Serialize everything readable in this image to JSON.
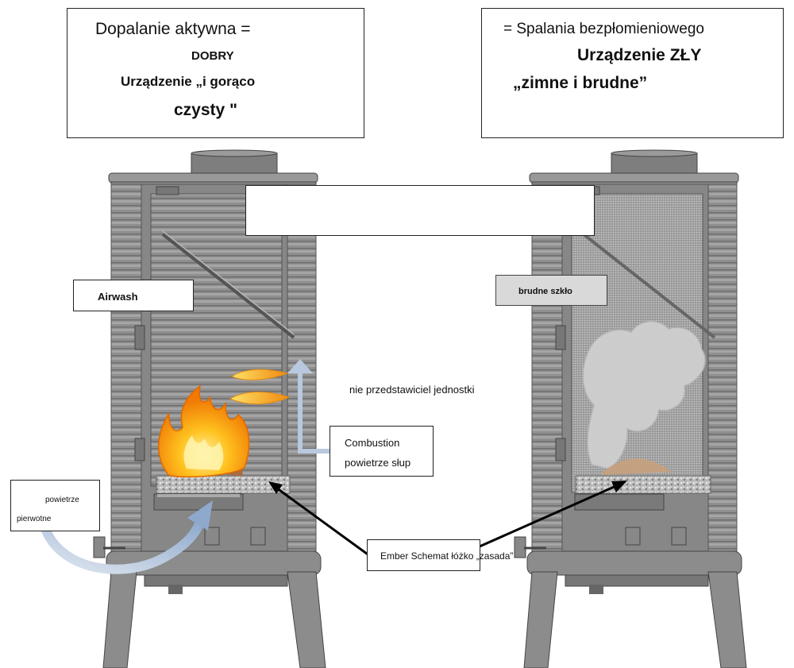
{
  "left_panel": {
    "line1": "Dopalanie aktywna =",
    "line2": "DOBRY",
    "line3": "Urządzenie „i gorąco",
    "line4": "czysty \""
  },
  "right_panel": {
    "line1": "= Spalania bezpłomieniowego",
    "line2": "Urządzenie ZŁY",
    "line3": "„zimne i brudne”"
  },
  "labels": {
    "airwash": "Airwash",
    "dirty_glass": "brudne szkło",
    "not_representative": "nie przedstawiciel jednostki",
    "combustion_line1": "Combustion",
    "combustion_line2": "powietrze słup",
    "primary_air_line1": "powietrze",
    "primary_air_line2": "pierwotne",
    "ember_bed": "Ember Schemat łóżko „zasada”"
  },
  "colors": {
    "stove_body": "#8f8f8f",
    "stove_dark": "#5e5e5e",
    "stove_light": "#b4b4b4",
    "flame_orange": "#f59a12",
    "flame_yellow": "#ffd84a",
    "air_arrow": "#a9bcd6",
    "smoke": "#c4c4c4",
    "ember": "#c9a07a"
  },
  "icons": [
    "flame-icon",
    "smoke-icon",
    "ember-bed-icon",
    "air-arrow-icon"
  ]
}
